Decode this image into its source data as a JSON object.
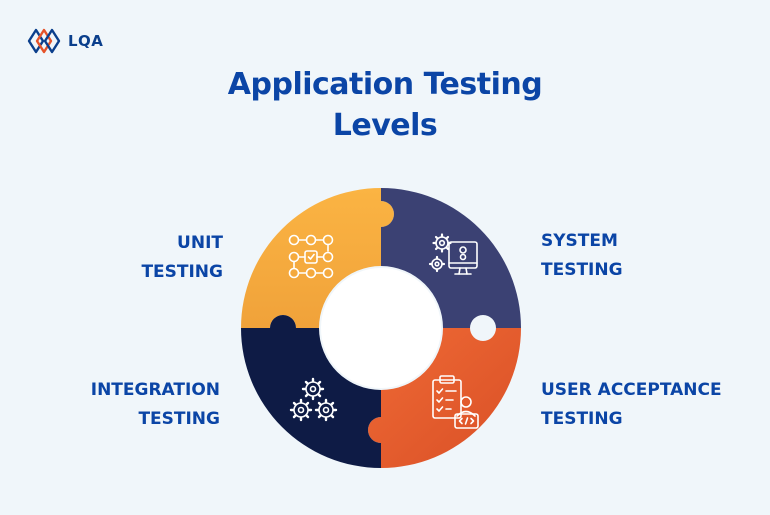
{
  "logo": {
    "text": "LQA"
  },
  "title": {
    "line1": "Application Testing",
    "line2": "Levels"
  },
  "segments": [
    {
      "id": "unit",
      "line1": "UNIT",
      "line2": "TESTING",
      "color": "#f9ad3f",
      "icon": "flowchart-checklist-icon"
    },
    {
      "id": "system",
      "line1": "SYSTEM",
      "line2": "TESTING",
      "color": "#3b4173",
      "icon": "gears-monitor-icon"
    },
    {
      "id": "integration",
      "line1": "INTEGRATION",
      "line2": "TESTING",
      "color": "#0e1b45",
      "icon": "gears-cluster-icon"
    },
    {
      "id": "uat",
      "line1": "USER ACCEPTANCE",
      "line2": "TESTING",
      "color": "#e35a2c",
      "icon": "clipboard-user-code-icon"
    }
  ],
  "colors": {
    "title": "#0b45a6",
    "background": "#f0f6fa",
    "hole": "#ffffff"
  }
}
